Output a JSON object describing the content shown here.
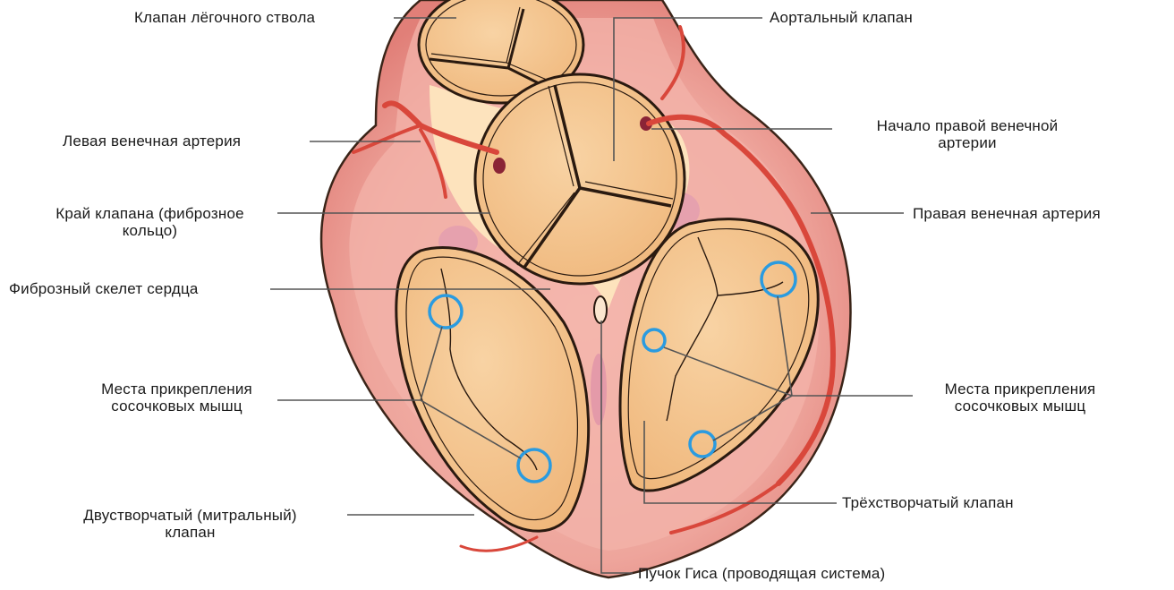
{
  "labels": {
    "pulmonary_valve": "Клапан лёгочного ствола",
    "aortic_valve": "Аортальный клапан",
    "left_coronary": "Левая венечная артерия",
    "right_coronary_origin_1": "Начало правой венечной",
    "right_coronary_origin_2": "артерии",
    "valve_edge_1": "Край клапана (фиброзное",
    "valve_edge_2": "кольцо)",
    "right_coronary": "Правая венечная артерия",
    "fibrous_skeleton": "Фиброзный скелет сердца",
    "papillary_left_1": "Места прикрепления",
    "papillary_left_2": "сосочковых мышц",
    "papillary_right_1": "Места прикрепления",
    "papillary_right_2": "сосочковых мышц",
    "mitral_1": "Двустворчатый (митральный)",
    "mitral_2": "клапан",
    "tricuspid": "Трёхстворчатый клапан",
    "his_bundle": "Пучок Гиса (проводящая система)"
  },
  "colors": {
    "heart_outer": "#e98c86",
    "heart_inner": "#f2aaa4",
    "fibrous": "#fde0b8",
    "valve": "#f4c48c",
    "outline": "#2a1a10",
    "artery": "#e0523c",
    "marker": "#2a9be0",
    "leader": "#555555"
  }
}
